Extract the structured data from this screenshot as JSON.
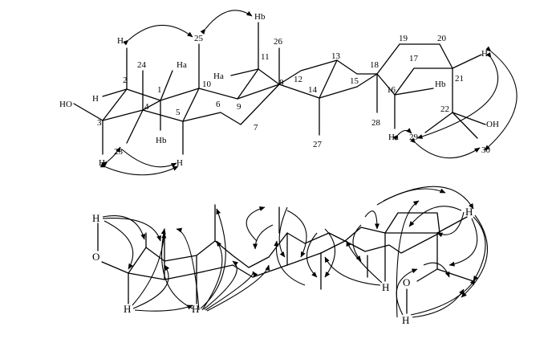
{
  "figure": {
    "top_structure": {
      "carbon_numbers": [
        "1",
        "2",
        "3",
        "4",
        "5",
        "6",
        "7",
        "8",
        "9",
        "10",
        "11",
        "12",
        "13",
        "14",
        "15",
        "16",
        "17",
        "18",
        "19",
        "20",
        "21",
        "22",
        "23",
        "24",
        "25",
        "26",
        "27",
        "28",
        "29",
        "30"
      ],
      "hetero_labels": [
        "HO",
        "OH"
      ],
      "hydrogen_labels": [
        "H",
        "H",
        "Ha",
        "Hb",
        "Ha",
        "Hb",
        "Hb",
        "Ha",
        "H",
        "H",
        "H"
      ]
    },
    "bottom_structure": {
      "atom_labels": [
        "H",
        "O",
        "H",
        "H",
        "H",
        "H",
        "O",
        "H"
      ]
    }
  }
}
